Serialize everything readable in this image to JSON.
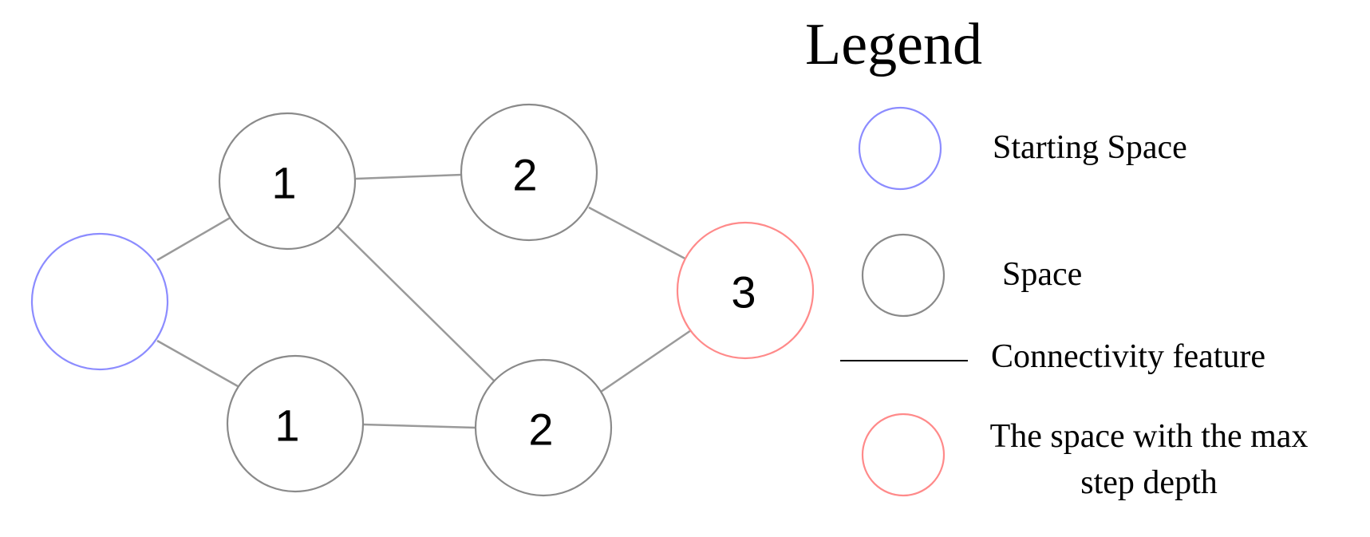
{
  "colors": {
    "starting_space": "#8c8cff",
    "space": "#8a8a8a",
    "max_depth_space": "#ff8a8a",
    "connectivity": "#000000",
    "edge": "#9a9a9a"
  },
  "graph": {
    "nodes": [
      {
        "id": "start",
        "label": "",
        "kind": "starting_space"
      },
      {
        "id": "n1_top",
        "label": "1",
        "kind": "space"
      },
      {
        "id": "n1_bottom",
        "label": "1",
        "kind": "space"
      },
      {
        "id": "n2_top",
        "label": "2",
        "kind": "space"
      },
      {
        "id": "n2_bottom",
        "label": "2",
        "kind": "space"
      },
      {
        "id": "n3",
        "label": "3",
        "kind": "max_depth_space"
      }
    ],
    "edges": [
      [
        "start",
        "n1_top"
      ],
      [
        "start",
        "n1_bottom"
      ],
      [
        "n1_top",
        "n2_top"
      ],
      [
        "n1_top",
        "n2_bottom"
      ],
      [
        "n1_bottom",
        "n2_bottom"
      ],
      [
        "n2_top",
        "n3"
      ],
      [
        "n2_bottom",
        "n3"
      ]
    ]
  },
  "legend": {
    "title": "Legend",
    "items": [
      {
        "kind": "starting_space",
        "label": "Starting Space"
      },
      {
        "kind": "space",
        "label": "Space"
      },
      {
        "kind": "connectivity",
        "label": "Connectivity feature"
      },
      {
        "kind": "max_depth_space",
        "label_line1": "The space with the max",
        "label_line2": "step depth"
      }
    ]
  }
}
